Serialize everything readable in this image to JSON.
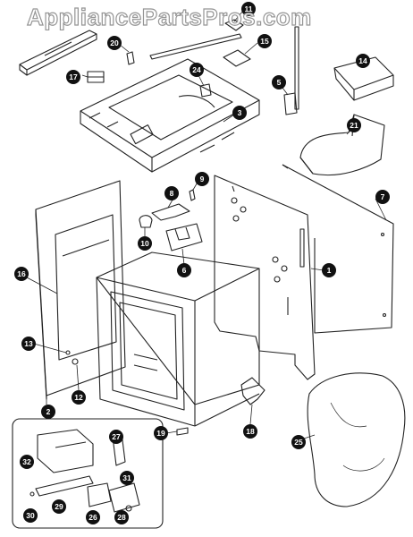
{
  "watermark": "AppliancePartsPros.com",
  "parts": [
    {
      "id": "callout-1",
      "label": "1"
    },
    {
      "id": "callout-2",
      "label": "2"
    },
    {
      "id": "callout-3",
      "label": "3"
    },
    {
      "id": "callout-5",
      "label": "5"
    },
    {
      "id": "callout-6",
      "label": "6"
    },
    {
      "id": "callout-7",
      "label": "7"
    },
    {
      "id": "callout-8",
      "label": "8"
    },
    {
      "id": "callout-9",
      "label": "9"
    },
    {
      "id": "callout-10",
      "label": "10"
    },
    {
      "id": "callout-11",
      "label": "11"
    },
    {
      "id": "callout-12",
      "label": "12"
    },
    {
      "id": "callout-13",
      "label": "13"
    },
    {
      "id": "callout-14",
      "label": "14"
    },
    {
      "id": "callout-15",
      "label": "15"
    },
    {
      "id": "callout-16",
      "label": "16"
    },
    {
      "id": "callout-17",
      "label": "17"
    },
    {
      "id": "callout-18",
      "label": "18"
    },
    {
      "id": "callout-19",
      "label": "19"
    },
    {
      "id": "callout-20",
      "label": "20"
    },
    {
      "id": "callout-21",
      "label": "21"
    },
    {
      "id": "callout-24",
      "label": "24"
    },
    {
      "id": "callout-25",
      "label": "25"
    },
    {
      "id": "callout-26",
      "label": "26"
    },
    {
      "id": "callout-27",
      "label": "27"
    },
    {
      "id": "callout-28",
      "label": "28"
    },
    {
      "id": "callout-29",
      "label": "29"
    },
    {
      "id": "callout-30",
      "label": "30"
    },
    {
      "id": "callout-31",
      "label": "31"
    },
    {
      "id": "callout-32",
      "label": "32"
    }
  ]
}
